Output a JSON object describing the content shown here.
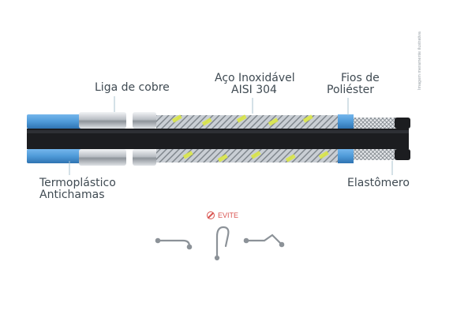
{
  "labels": {
    "copper_alloy": "Liga de cobre",
    "stainless_line1": "Aço Inoxidável",
    "stainless_line2": "AISI 304",
    "polyester_line1": "Fios de",
    "polyester_line2": "Poliéster",
    "thermoplastic_line1": "Termoplástico",
    "thermoplastic_line2": "Antichamas",
    "elastomer": "Elastômero"
  },
  "disclaimer": "Imagem meramente ilustrativa",
  "evite": "EVITE",
  "colors": {
    "blue_cover": "#4f9ad8",
    "black_core": "#1c1d20",
    "steel_braid": "#c7ccd2",
    "yellow_marks": "#dce84a",
    "copper_ring": "#cfd3d8",
    "warning_red": "#d9534f",
    "label_text": "#3f4a52"
  },
  "icons": [
    "no-entry-icon",
    "bent-hose-icon",
    "looped-hose-icon",
    "kinked-hose-icon"
  ]
}
